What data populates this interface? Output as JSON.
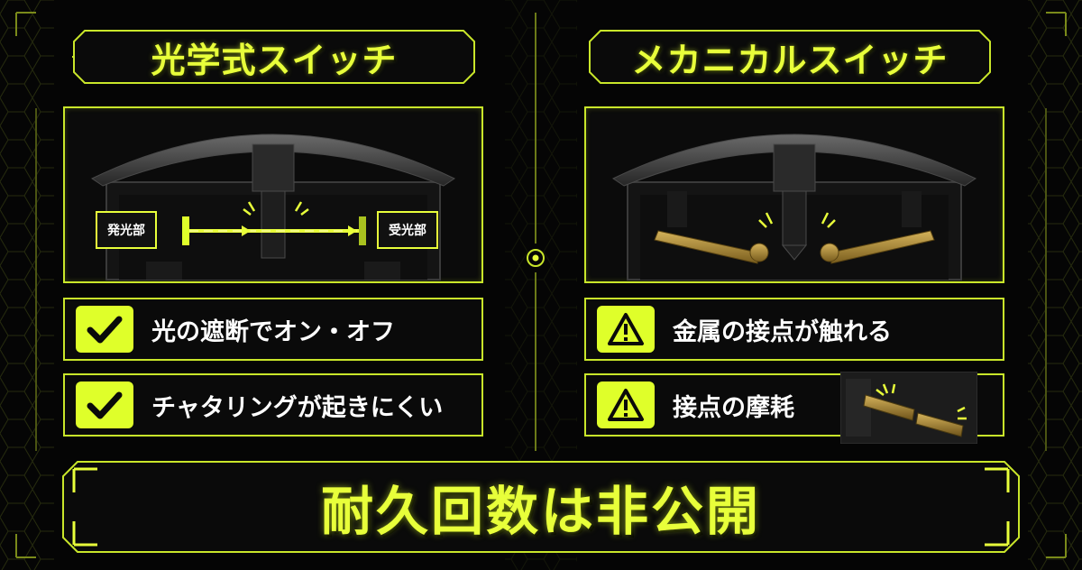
{
  "left": {
    "title": "光学式スイッチ",
    "emitter_label": "発光部",
    "receiver_label": "受光部",
    "features": [
      {
        "icon": "checkmark-icon",
        "text": "光の遮断でオン・オフ"
      },
      {
        "icon": "checkmark-icon",
        "text": "チャタリングが起きにくい"
      }
    ]
  },
  "right": {
    "title": "メカニカルスイッチ",
    "features": [
      {
        "icon": "warning-icon",
        "text": "金属の接点が触れる"
      },
      {
        "icon": "warning-icon",
        "text": "接点の摩耗"
      }
    ]
  },
  "bottom": {
    "text": "耐久回数は非公開"
  },
  "colors": {
    "accent": "#e8ff3a",
    "border": "#c9e62a",
    "background": "#050505",
    "text": "#ffffff",
    "contact_gold": "#a8842c"
  }
}
